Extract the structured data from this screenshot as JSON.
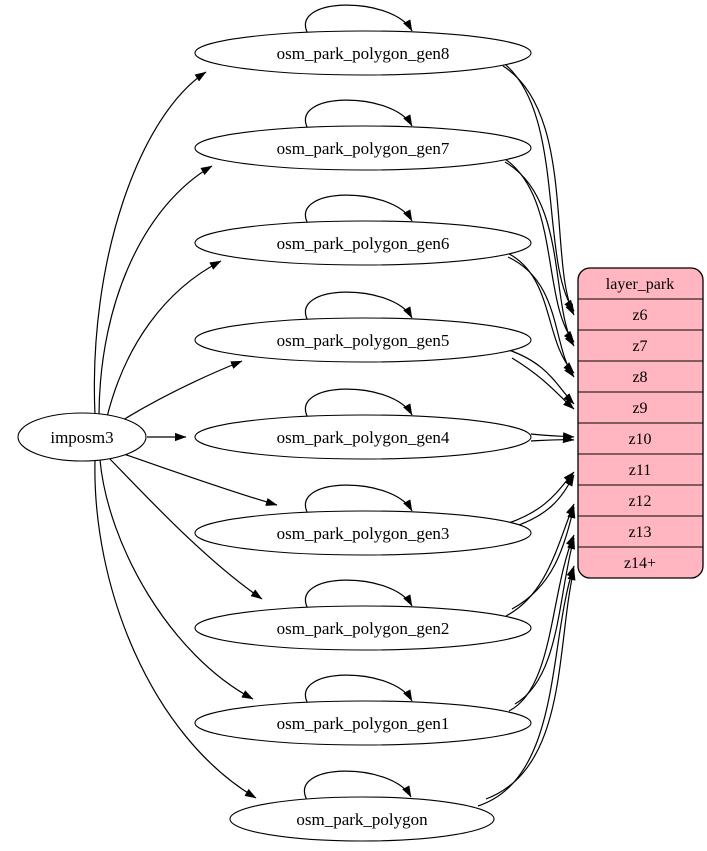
{
  "diagram": {
    "kind": "etl-graph",
    "source_node": {
      "label": "imposm3"
    },
    "tables": [
      {
        "id": "gen8",
        "label": "osm_park_polygon_gen8",
        "maps_to": "z6"
      },
      {
        "id": "gen7",
        "label": "osm_park_polygon_gen7",
        "maps_to": "z7"
      },
      {
        "id": "gen6",
        "label": "osm_park_polygon_gen6",
        "maps_to": "z8"
      },
      {
        "id": "gen5",
        "label": "osm_park_polygon_gen5",
        "maps_to": "z9"
      },
      {
        "id": "gen4",
        "label": "osm_park_polygon_gen4",
        "maps_to": "z10"
      },
      {
        "id": "gen3",
        "label": "osm_park_polygon_gen3",
        "maps_to": "z11"
      },
      {
        "id": "gen2",
        "label": "osm_park_polygon_gen2",
        "maps_to": "z12"
      },
      {
        "id": "gen1",
        "label": "osm_park_polygon_gen1",
        "maps_to": "z13"
      },
      {
        "id": "base",
        "label": "osm_park_polygon",
        "maps_to": "z14+"
      }
    ],
    "layer": {
      "title": "layer_park",
      "rows": [
        "z6",
        "z7",
        "z8",
        "z9",
        "z10",
        "z11",
        "z12",
        "z13",
        "z14+"
      ]
    },
    "colors": {
      "layer_fill": "#ffb6c1",
      "node_fill": "#ffffff",
      "stroke": "#000000"
    }
  }
}
